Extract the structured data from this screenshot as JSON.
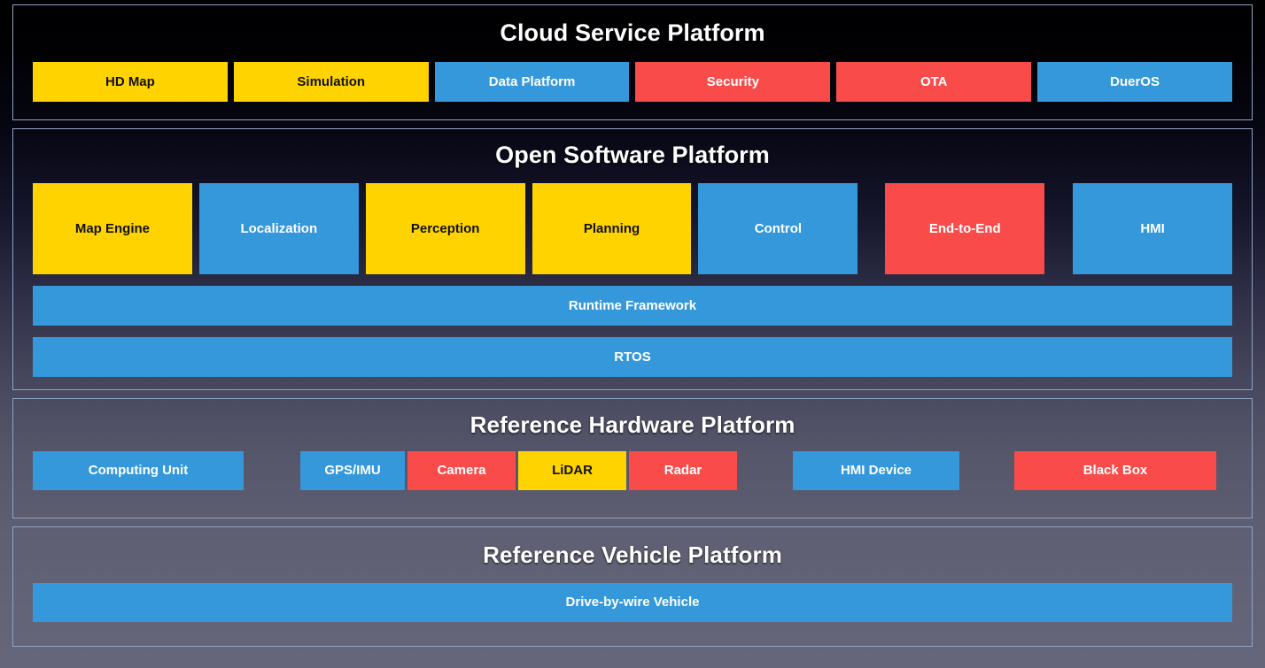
{
  "colors": {
    "yellow": "#FFD300",
    "blue": "#3498DB",
    "red": "#FA4B4B",
    "panel_border": "#8FA4C4",
    "title_text": "#FFFFFF"
  },
  "layers": {
    "cloud": {
      "title": "Cloud Service Platform",
      "blocks": [
        {
          "label": "HD Map",
          "color": "yellow"
        },
        {
          "label": "Simulation",
          "color": "yellow"
        },
        {
          "label": "Data Platform",
          "color": "blue"
        },
        {
          "label": "Security",
          "color": "red"
        },
        {
          "label": "OTA",
          "color": "red"
        },
        {
          "label": "DuerOS",
          "color": "blue"
        }
      ]
    },
    "software": {
      "title": "Open Software Platform",
      "blocks": [
        {
          "label": "Map Engine",
          "color": "yellow"
        },
        {
          "label": "Localization",
          "color": "blue"
        },
        {
          "label": "Perception",
          "color": "yellow"
        },
        {
          "label": "Planning",
          "color": "yellow"
        },
        {
          "label": "Control",
          "color": "blue"
        },
        {
          "label": "End-to-End",
          "color": "red"
        },
        {
          "label": "HMI",
          "color": "blue"
        }
      ],
      "bars": [
        {
          "label": "Runtime Framework",
          "color": "blue"
        },
        {
          "label": "RTOS",
          "color": "blue"
        }
      ]
    },
    "hardware": {
      "title": "Reference Hardware Platform",
      "blocks": [
        {
          "label": "Computing Unit",
          "color": "blue"
        },
        {
          "label": "GPS/IMU",
          "color": "blue"
        },
        {
          "label": "Camera",
          "color": "red"
        },
        {
          "label": "LiDAR",
          "color": "yellow"
        },
        {
          "label": "Radar",
          "color": "red"
        },
        {
          "label": "HMI Device",
          "color": "blue"
        },
        {
          "label": "Black Box",
          "color": "red"
        }
      ]
    },
    "vehicle": {
      "title": "Reference Vehicle Platform",
      "blocks": [
        {
          "label": "Drive-by-wire Vehicle",
          "color": "blue"
        }
      ]
    }
  }
}
